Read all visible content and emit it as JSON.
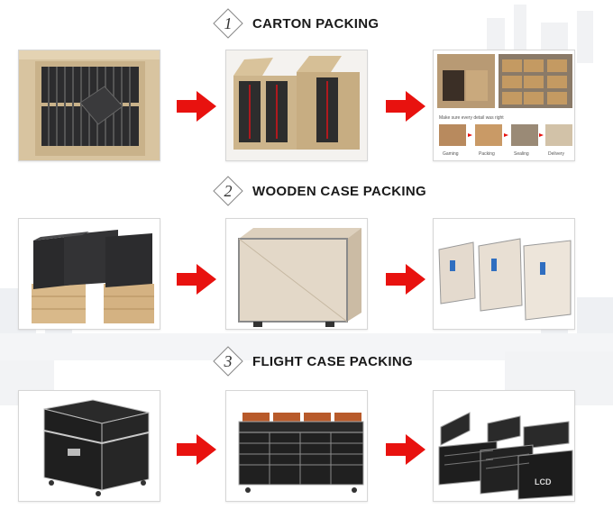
{
  "colors": {
    "arrow": "#e8120f",
    "title": "#1a1a1a",
    "border": "#d6d6d6"
  },
  "sections": [
    {
      "number": "1",
      "title": "CARTON PACKING",
      "photos": [
        "open-carton-with-modules",
        "cartons-with-cabinets",
        "warehouse-packing-process"
      ]
    },
    {
      "number": "2",
      "title": "WOODEN CASE PACKING",
      "photos": [
        "cabinets-on-wooden-pallets",
        "closed-wooden-case",
        "three-wooden-cases"
      ]
    },
    {
      "number": "3",
      "title": "FLIGHT CASE PACKING",
      "photos": [
        "closed-flight-case",
        "open-flight-cases-row",
        "open-flight-cases-angled"
      ]
    }
  ],
  "process_photo": {
    "caption": "Make sure every detail was right",
    "steps": [
      "Gaming",
      "Packing",
      "Sealing",
      "Delivery"
    ]
  },
  "case_brand": "LCD"
}
